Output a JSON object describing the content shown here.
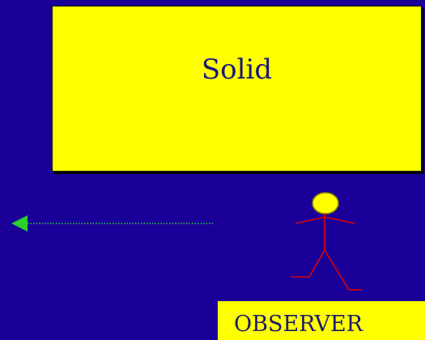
{
  "colors": {
    "background": "#1a0099",
    "box_fill": "#ffff00",
    "text": "#1a1a73",
    "figure_line": "#e00000",
    "arrow": "#2ad12a"
  },
  "solid": {
    "label": "Solid"
  },
  "observer": {
    "label": "OBSERVER",
    "icon": "stick-figure-icon"
  },
  "motion_arrow": {
    "icon": "arrow-left-icon",
    "direction": "left",
    "style": "dotted"
  }
}
